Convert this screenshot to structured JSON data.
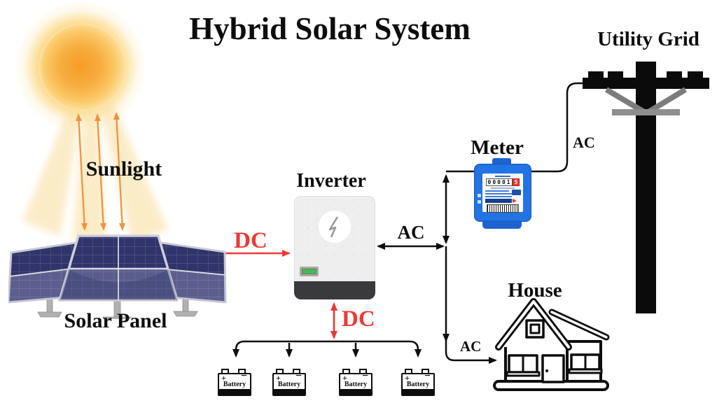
{
  "title": "Hybrid Solar System",
  "nodes": {
    "sunlight": {
      "label": "Sunlight"
    },
    "solar_panel": {
      "label": "Solar Panel"
    },
    "inverter": {
      "label": "Inverter"
    },
    "meter": {
      "label": "Meter",
      "counter": "00001",
      "tariff_digit": "5"
    },
    "house": {
      "label": "House"
    },
    "utility_grid": {
      "label": "Utility Grid"
    },
    "battery_bank": {
      "items": [
        {
          "label": "Battery",
          "plus": "+",
          "minus": "−"
        },
        {
          "label": "Battery",
          "plus": "+",
          "minus": "−"
        },
        {
          "label": "Battery",
          "plus": "+",
          "minus": "−"
        },
        {
          "label": "Battery",
          "plus": "+",
          "minus": "−"
        }
      ]
    }
  },
  "flows": {
    "dc_panel_to_inverter": {
      "label": "DC"
    },
    "ac_inverter_to_grid": {
      "label": "AC"
    },
    "dc_inverter_to_battery": {
      "label": "DC"
    },
    "ac_grid_wire": {
      "label": "AC"
    },
    "ac_to_house": {
      "label": "AC"
    }
  },
  "colors": {
    "dc_red": "#EA3A36",
    "sunlight_orange": "#F2923C",
    "meter_blue": "#2273E3",
    "inverter_green": "#3FBF4F",
    "panel_navy": "#31346A",
    "line_black": "#0D0D0D"
  }
}
